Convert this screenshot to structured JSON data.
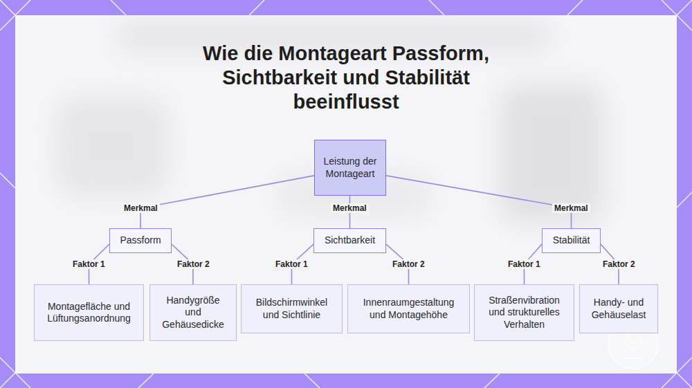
{
  "diagram": {
    "title": "Wie die Montageart Passform, Sichtbarkeit und Stabilität beeinflusst",
    "nodes": [
      {
        "text": [
          "Leistung der Montageart"
        ]
      },
      {
        "text": [
          "Passform"
        ]
      },
      {
        "text": [
          "Sichtbarkeit"
        ]
      },
      {
        "text": [
          "Stabilität"
        ]
      },
      {
        "text": [
          "Montagefläche und Lüftungsanordnung"
        ]
      },
      {
        "text": [
          "Handygröße und Gehäusedicke"
        ]
      },
      {
        "text": [
          "Bildschirmwinkel und Sichtlinie"
        ]
      },
      {
        "text": [
          "Innenraumgestaltung und Montagehöhe"
        ]
      },
      {
        "text": [
          "Straßenvibration und strukturelles Verhalten"
        ]
      },
      {
        "text": [
          "Handy- und Gehäuselast"
        ]
      }
    ],
    "edges": [
      {
        "from": 0,
        "to": 1,
        "arrow": "none",
        "label": "Merkmal"
      },
      {
        "from": 0,
        "to": 2,
        "arrow": "none",
        "label": "Merkmal"
      },
      {
        "from": 0,
        "to": 3,
        "arrow": "none",
        "label": "Merkmal"
      },
      {
        "from": 1,
        "to": 4,
        "arrow": "none",
        "label": "Faktor 1"
      },
      {
        "from": 1,
        "to": 5,
        "arrow": "none",
        "label": "Faktor 2"
      },
      {
        "from": 2,
        "to": 6,
        "arrow": "none",
        "label": "Faktor 1"
      },
      {
        "from": 2,
        "to": 7,
        "arrow": "none",
        "label": "Faktor 2"
      },
      {
        "from": 3,
        "to": 8,
        "arrow": "none",
        "label": "Faktor 1"
      },
      {
        "from": 3,
        "to": 9,
        "arrow": "none",
        "label": "Faktor 2"
      }
    ]
  }
}
